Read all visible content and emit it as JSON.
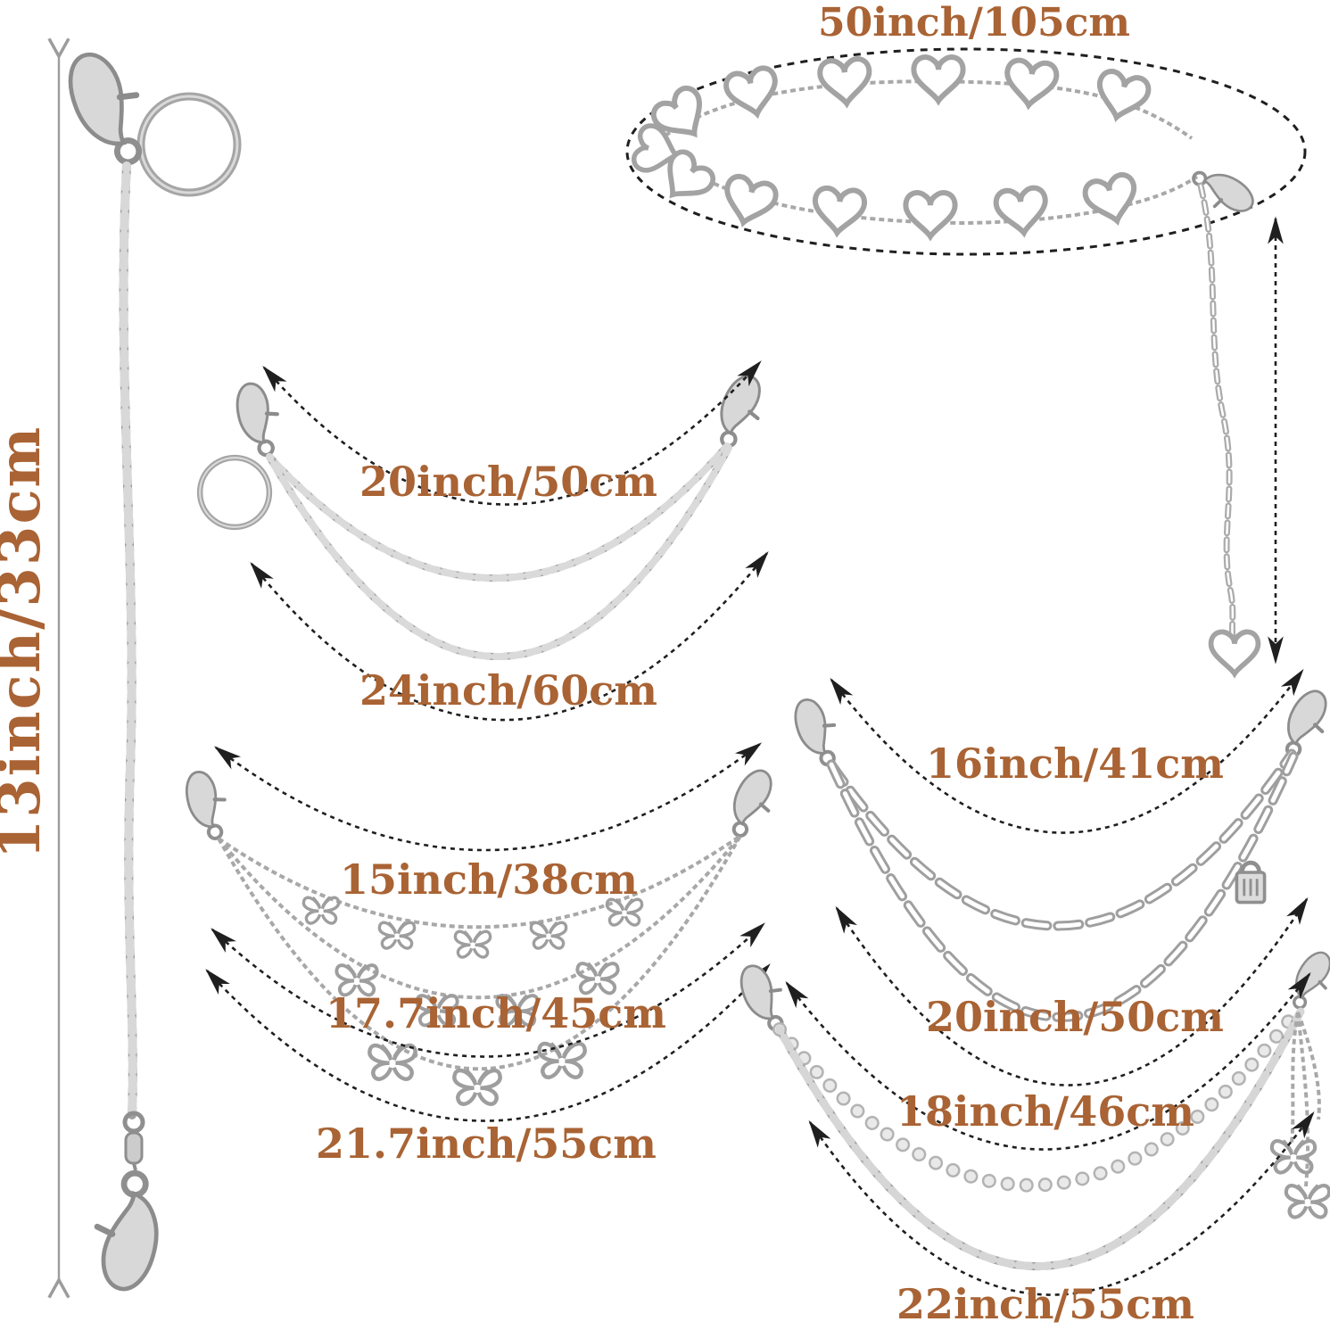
{
  "page": {
    "background": "#ffffff",
    "kind": "jewelry chain set size guide diagram"
  },
  "colors": {
    "label": "#a96334",
    "arc": "#1f1f1f",
    "metal": "#a6a6a6",
    "metal_light": "#d9d9d9"
  },
  "ruler": {
    "label": "13inch/33cm"
  },
  "belt": {
    "label": "50inch/105cm"
  },
  "panels": {
    "hip_chain_double": {
      "labels": {
        "short": "20inch/50cm",
        "long": "24inch/60cm"
      }
    },
    "butterfly_triple": {
      "labels": {
        "first": "15inch/38cm",
        "second": "17.7inch/45cm",
        "third": "21.7inch/55cm"
      }
    },
    "paperclip_double": {
      "labels": {
        "short": "16inch/41cm",
        "long": "20inch/50cm"
      }
    },
    "pearl_double": {
      "labels": {
        "short": "18inch/46cm",
        "long": "22inch/55cm"
      }
    }
  },
  "icons": {
    "lobster-clasp": "hook-shape",
    "key-ring": "double-circle",
    "heart-charm": "heart-outline",
    "butterfly-charm": "butterfly-outline",
    "lock-charm": "padlock-with-stripes",
    "pearl": "round-bead",
    "measure-arrow": "thin-double-arrow"
  }
}
